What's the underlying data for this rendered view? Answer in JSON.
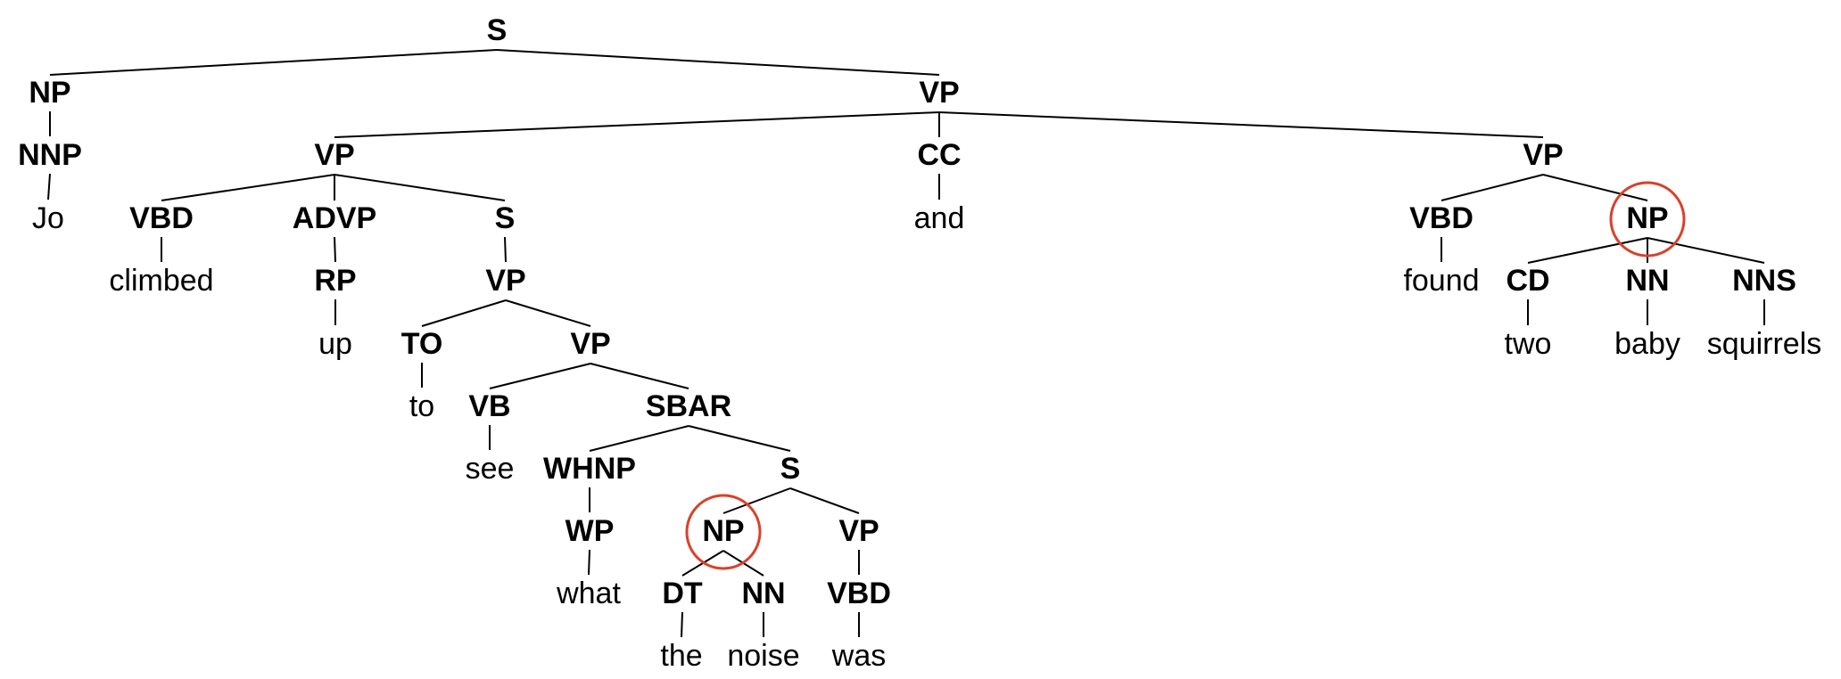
{
  "diagram": {
    "title": "",
    "highlight_color": "#d9412b",
    "highlighted_nodes": [
      "np-subj-embedded",
      "np-obj-found"
    ]
  },
  "nodes": {
    "s": "S",
    "np-subj": "NP",
    "nnp": "NNP",
    "jo": "Jo",
    "vp-top": "VP",
    "vp-left": "VP",
    "vbd-climbed": "VBD",
    "climbed": "climbed",
    "advp": "ADVP",
    "rp": "RP",
    "up": "up",
    "s-inf": "S",
    "vp-inf": "VP",
    "to-tag": "TO",
    "to": "to",
    "vp-see": "VP",
    "vb": "VB",
    "see": "see",
    "sbar": "SBAR",
    "whnp": "WHNP",
    "wp": "WP",
    "what": "what",
    "s-embedded": "S",
    "np-subj-embedded": "NP",
    "dt": "DT",
    "the": "the",
    "nn-noise": "NN",
    "noise": "noise",
    "vp-was": "VP",
    "vbd-was": "VBD",
    "was": "was",
    "cc": "CC",
    "and": "and",
    "vp-right": "VP",
    "vbd-found": "VBD",
    "found": "found",
    "np-obj-found": "NP",
    "cd": "CD",
    "two": "two",
    "nn-baby": "NN",
    "baby": "baby",
    "nns": "NNS",
    "squirrels": "squirrels"
  }
}
